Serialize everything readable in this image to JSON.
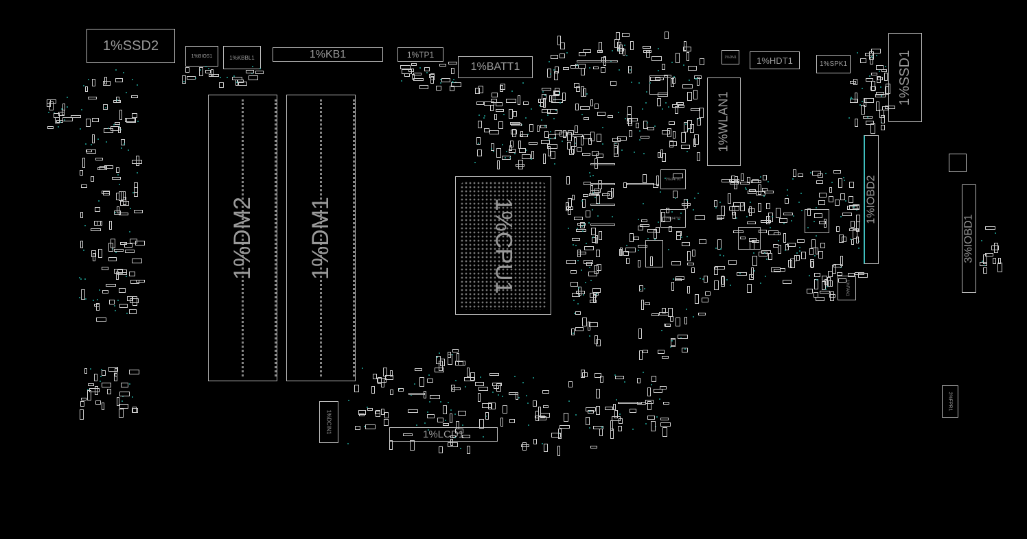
{
  "components": {
    "ssd2": "1%SSD2",
    "bios1": "1%BIOS1",
    "kbbl1": "1%KBBL1",
    "kb1": "1%KB1",
    "tp1": "1%TP1",
    "batt1": "1%BATT1",
    "dn1": "1%DN1",
    "hdt1": "1%HDT1",
    "spk1": "1%SPK1",
    "ssd1": "1%SSD1",
    "wlan1": "1%WLAN1",
    "iobd2": "1%IOBD2",
    "iobd1": "3%IOBD1",
    "dm2": "1%DM2",
    "dm1": "1%DM1",
    "cpu1": "1%CPU1",
    "u4701": "1%U4701",
    "u4702": "1%U4702",
    "fan1": "1%FAN1",
    "fpr1": "3%FPR1",
    "dcin1": "1%DCIN1",
    "lcd1": "1%LCD1"
  },
  "colors": {
    "background": "#000000",
    "outline": "#bdbdbd",
    "via": "#1fa59a",
    "label": "#9a9a9a"
  }
}
